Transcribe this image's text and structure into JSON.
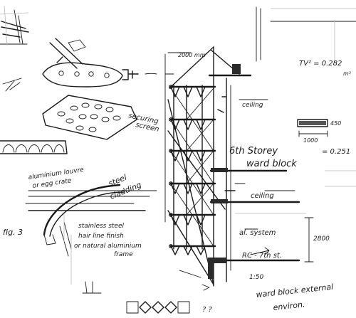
{
  "labels": {
    "securing_screen_1": "securing",
    "securing_screen_2": "screen",
    "dim_top": "2000 mm",
    "tv_formula": "TV² = 0.282",
    "m2": "m²",
    "ceiling_1": "ceiling",
    "ceiling_2": "ceiling",
    "sixth_storey_1": "6th Storey",
    "sixth_storey_2": "ward block",
    "ratio_1": "= 0.251",
    "dim_1000": "1000",
    "dim_450": "450",
    "aluminium_louvre_1": "aluminium louvre",
    "aluminium_louvre_2": "or egg crate",
    "steel_cladding_1": "steel",
    "steel_cladding_2": "cladding",
    "stainless_1": "stainless steel",
    "stainless_2": "hair line finish",
    "stainless_3": "or natural aluminium",
    "stainless_4": "frame",
    "fig_no": "fig. 3",
    "al_system": "al. system",
    "rc_slab": "RC - 7th st.",
    "dim_2800": "2800",
    "scale": "1:50",
    "ward_block_1": "ward block external",
    "ward_block_2": "environ.",
    "qmarks": "? ?"
  }
}
